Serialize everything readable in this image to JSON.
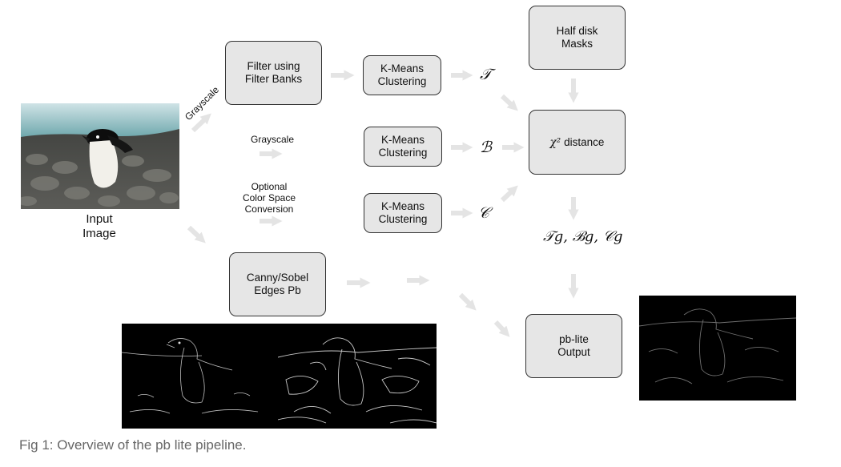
{
  "diagram": {
    "boxes": {
      "filter_banks": "Filter using\nFilter Banks",
      "kmeans_texture": "K-Means\nClustering",
      "kmeans_brightness": "K-Means\nClustering",
      "kmeans_color": "K-Means\nClustering",
      "half_disk": "Half disk\nMasks",
      "chi_distance": "distance",
      "chi_symbol": "χ²",
      "canny_sobel": "Canny/Sobel\nEdges Pb",
      "pblite_output": "pb-lite\nOutput"
    },
    "labels": {
      "input_image": "Input\nImage",
      "grayscale_diag": "Grayscale",
      "grayscale": "Grayscale",
      "color_space": "Optional\nColor Space\nConversion"
    },
    "symbols": {
      "texture": "𝒯",
      "brightness": "ℬ",
      "color": "𝒞",
      "gradients": "𝒯g, ℬg, 𝒞g"
    }
  },
  "caption": "Fig 1: Overview of the pb lite pipeline."
}
